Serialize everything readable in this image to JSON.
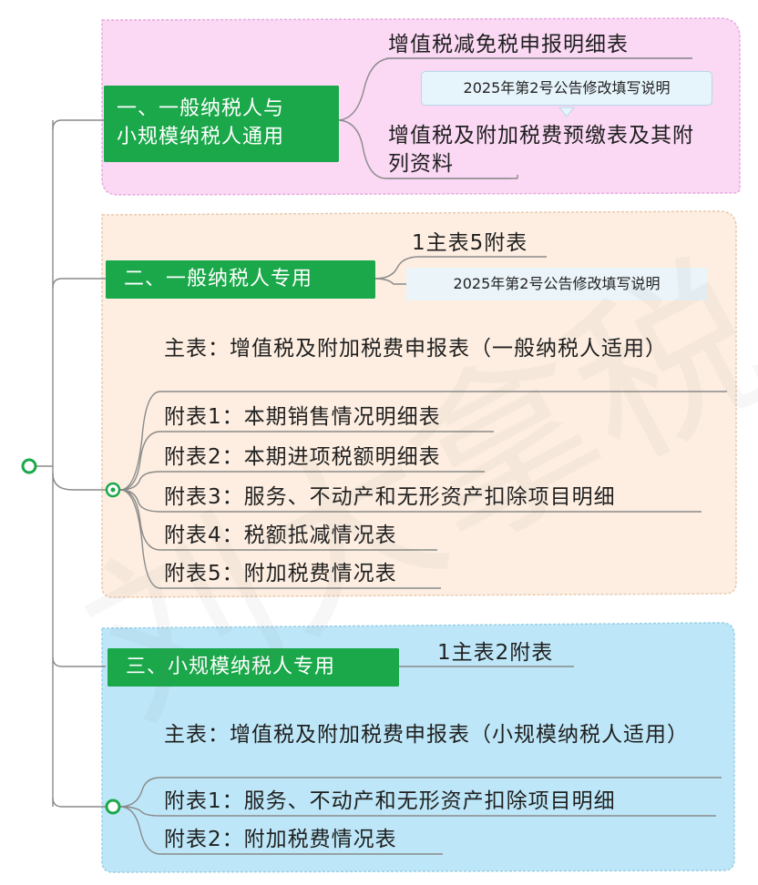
{
  "root": {
    "icon": "circle-node-icon"
  },
  "watermark": {
    "text": "刘大拿税",
    "color": "#bdbdbd"
  },
  "colors": {
    "branch_green": "#1aa84a",
    "section1_bg": "#fbd8f4",
    "section2_bg": "#fdeee1",
    "section3_bg": "#bde7f8",
    "note_bg": "#e6f4fb",
    "node_ring": "#1aa84a"
  },
  "sections": [
    {
      "title_line1": "一、一般纳税人与",
      "title_line2": "小规模纳税人通用",
      "items": [
        {
          "text": "增值税减免税申报明细表"
        },
        {
          "text": "增值税及附加税费预缴表及其附列资料"
        }
      ],
      "note": "2025年第2号公告修改填写说明"
    },
    {
      "title": "二、一般纳税人专用",
      "summary": "1主表5附表",
      "note": "2025年第2号公告修改填写说明",
      "items": [
        {
          "text": "主表：增值税及附加税费申报表（一般纳税人适用）"
        },
        {
          "text": "附表1：本期销售情况明细表"
        },
        {
          "text": "附表2：本期进项税额明细表"
        },
        {
          "text": "附表3：服务、不动产和无形资产扣除项目明细"
        },
        {
          "text": "附表4：税额抵减情况表"
        },
        {
          "text": "附表5：附加税费情况表"
        }
      ]
    },
    {
      "title": "三、小规模纳税人专用",
      "summary": "1主表2附表",
      "items": [
        {
          "text": "主表：增值税及附加税费申报表（小规模纳税人适用）"
        },
        {
          "text": "附表1：服务、不动产和无形资产扣除项目明细"
        },
        {
          "text": "附表2：附加税费情况表"
        }
      ]
    }
  ]
}
